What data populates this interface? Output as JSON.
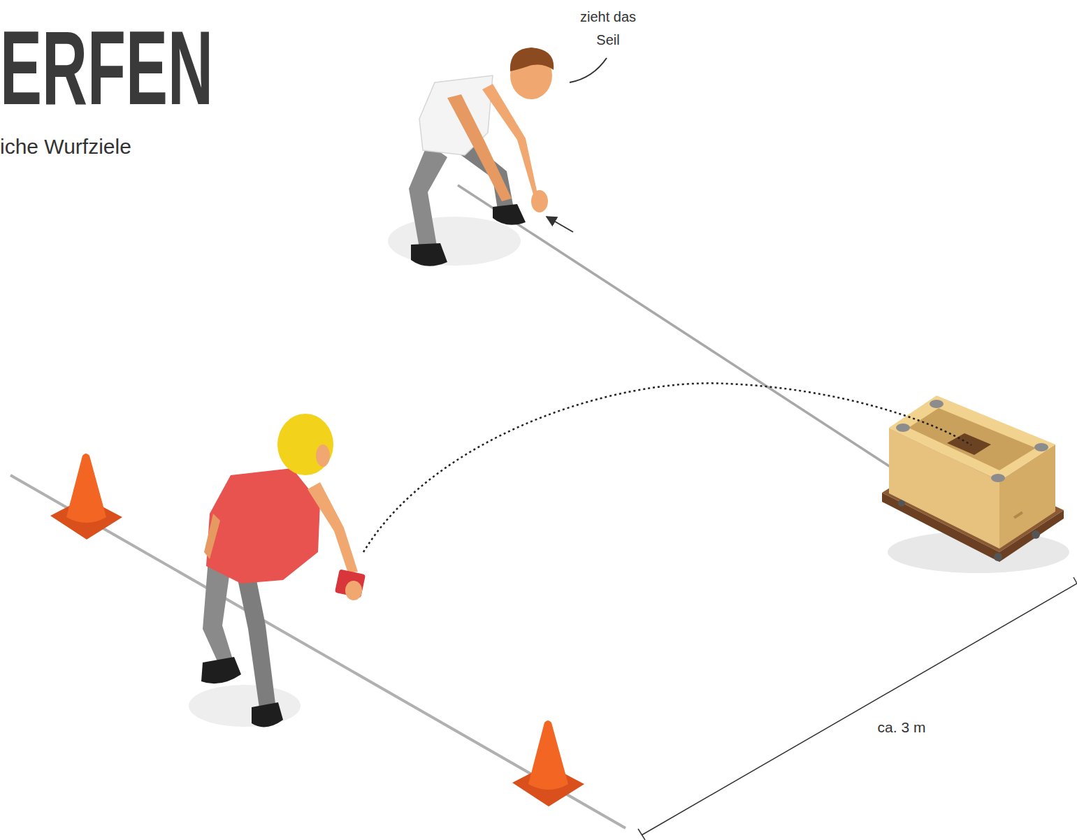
{
  "diagram": {
    "title": "ERFEN",
    "labels": [
      "iche Wurfziele",
      "zieht das Seil",
      "ca. 3 m"
    ]
  }
}
